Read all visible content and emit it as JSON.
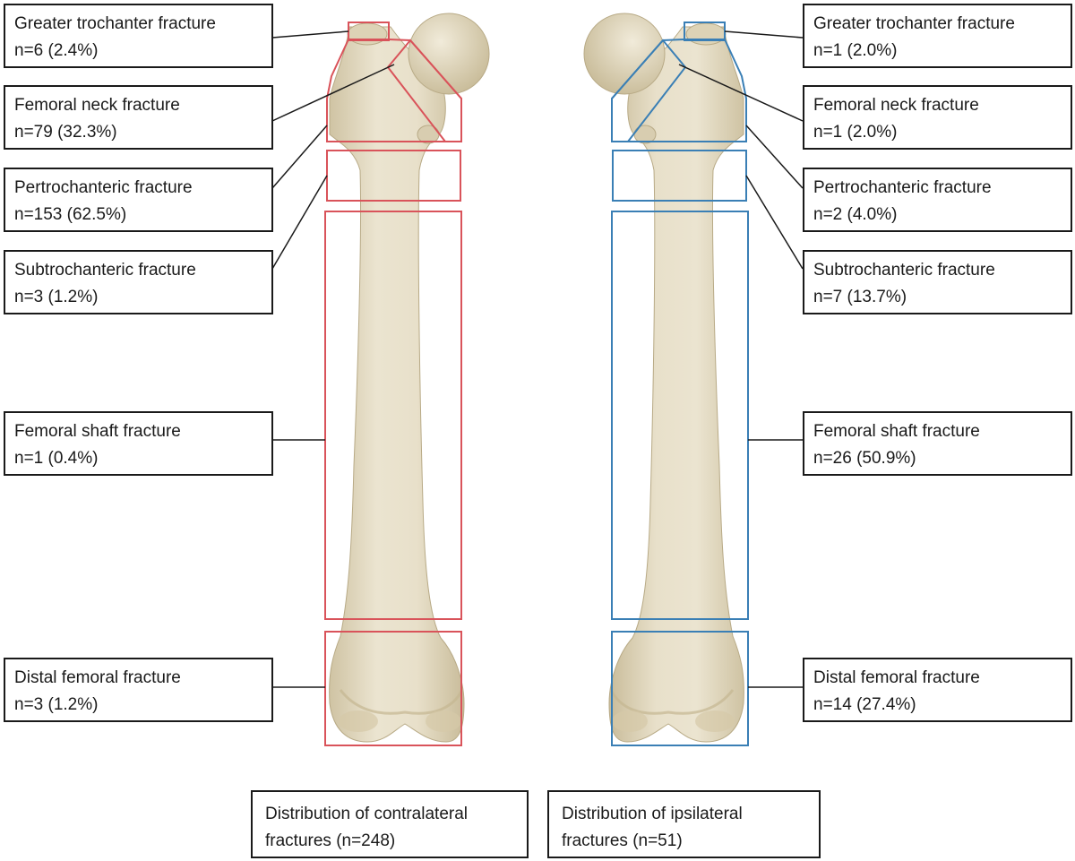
{
  "colors": {
    "contralateral": "#d9535a",
    "ipsilateral": "#3a7fb5",
    "bone": "#e6dec8",
    "bone_shade": "#cfc3a3",
    "text": "#1a1a1a"
  },
  "contralateral": {
    "caption_line1": "Distribution of contralateral",
    "caption_line2": "fractures (n=248)",
    "labels": [
      {
        "key": "greater-trochanter",
        "name": "Greater trochanter fracture",
        "stat": "n=6 (2.4%)"
      },
      {
        "key": "femoral-neck",
        "name": "Femoral neck fracture",
        "stat": "n=79 (32.3%)"
      },
      {
        "key": "pertrochanteric",
        "name": "Pertrochanteric fracture",
        "stat": "n=153 (62.5%)"
      },
      {
        "key": "subtrochanteric",
        "name": "Subtrochanteric fracture",
        "stat": "n=3 (1.2%)"
      },
      {
        "key": "femoral-shaft",
        "name": "Femoral shaft fracture",
        "stat": "n=1 (0.4%)"
      },
      {
        "key": "distal-femoral",
        "name": "Distal femoral fracture",
        "stat": "n=3 (1.2%)"
      }
    ]
  },
  "ipsilateral": {
    "caption_line1": "Distribution of ipsilateral",
    "caption_line2": "fractures (n=51)",
    "labels": [
      {
        "key": "greater-trochanter",
        "name": "Greater trochanter fracture",
        "stat": "n=1 (2.0%)"
      },
      {
        "key": "femoral-neck",
        "name": "Femoral neck fracture",
        "stat": "n=1 (2.0%)"
      },
      {
        "key": "pertrochanteric",
        "name": "Pertrochanteric fracture",
        "stat": "n=2 (4.0%)"
      },
      {
        "key": "subtrochanteric",
        "name": "Subtrochanteric fracture",
        "stat": "n=7 (13.7%)"
      },
      {
        "key": "femoral-shaft",
        "name": "Femoral shaft fracture",
        "stat": "n=26 (50.9%)"
      },
      {
        "key": "distal-femoral",
        "name": "Distal femoral fracture",
        "stat": "n=14 (27.4%)"
      }
    ]
  }
}
